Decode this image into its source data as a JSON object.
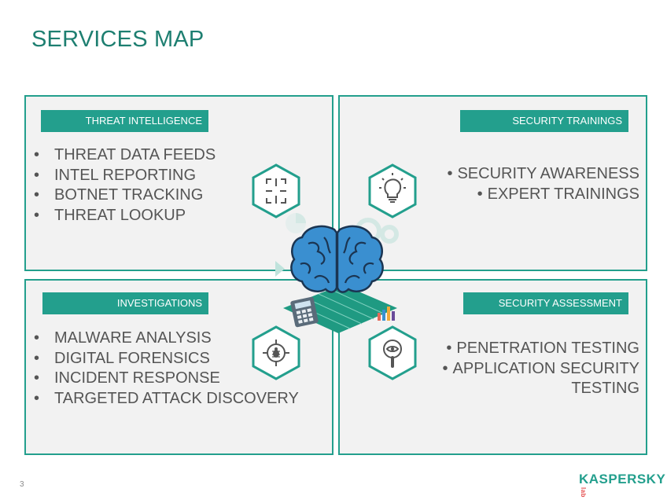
{
  "title": "SERVICES MAP",
  "quadrants": {
    "threat_intelligence": {
      "header": "THREAT INTELLIGENCE",
      "items": [
        "THREAT DATA FEEDS",
        "INTEL REPORTING",
        "BOTNET TRACKING",
        "THREAT LOOKUP"
      ],
      "icon": "crosshair-target-icon"
    },
    "security_trainings": {
      "header": "SECURITY TRAININGS",
      "items": [
        "SECURITY AWARENESS",
        "EXPERT TRAININGS"
      ],
      "icon": "lightbulb-icon"
    },
    "investigations": {
      "header": "INVESTIGATIONS",
      "items": [
        "MALWARE ANALYSIS",
        "DIGITAL FORENSICS",
        "INCIDENT RESPONSE",
        "TARGETED ATTACK DISCOVERY"
      ],
      "icon": "bug-target-icon"
    },
    "security_assessment": {
      "header": "SECURITY ASSESSMENT",
      "items": [
        "PENETRATION TESTING",
        "APPLICATION SECURITY TESTING"
      ],
      "icon": "magnifier-eye-icon"
    }
  },
  "page_number": "3",
  "logo": {
    "text": "KASPERSKY",
    "sup": "lab"
  },
  "colors": {
    "accent": "#239f8d",
    "title": "#1e7f71",
    "panel_bg": "#f2f2f2",
    "text": "#555555",
    "brain": "#3a8fd0"
  }
}
